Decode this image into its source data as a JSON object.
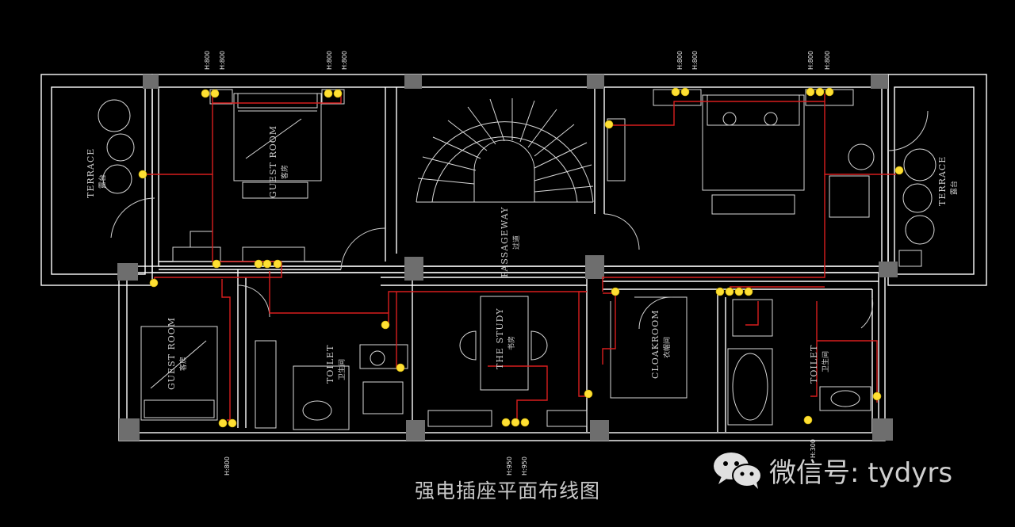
{
  "caption": "强电插座平面布线图",
  "watermark": {
    "text": "微信号: tydyrs",
    "icon": "wechat-icon"
  },
  "rooms": {
    "terrace_left": {
      "en": "TERRACE",
      "cn": "露台"
    },
    "guest_room_top": {
      "en": "GUEST ROOM",
      "cn": "客房"
    },
    "passageway": {
      "en": "PASSAGEWAY",
      "cn": "过道"
    },
    "terrace_right": {
      "en": "TERRACE",
      "cn": "露台"
    },
    "guest_room_bottom": {
      "en": "GUEST ROOM",
      "cn": "客房"
    },
    "toilet_left": {
      "en": "TOILET",
      "cn": "卫生间"
    },
    "study": {
      "en": "THE STUDY",
      "cn": "书房"
    },
    "cloakroom": {
      "en": "CLOAKROOM",
      "cn": "衣帽间"
    },
    "toilet_right": {
      "en": "TOILET",
      "cn": "卫生间"
    }
  },
  "heights": {
    "h300": "H:300",
    "h800": "H:800",
    "h950": "H:950"
  },
  "colors": {
    "background": "#000000",
    "wall": "#ffffff",
    "column": "#6e6e6e",
    "wiring": "#d81e1e",
    "outlet": "#ffe033",
    "furniture": "#d9d9d9"
  }
}
